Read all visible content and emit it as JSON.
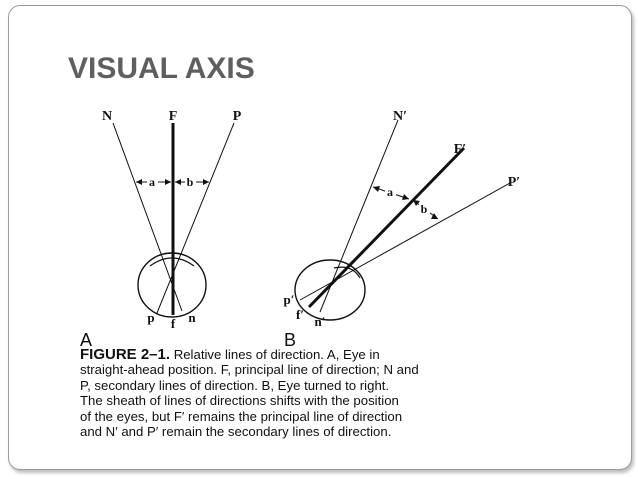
{
  "slide": {
    "title": "VISUAL AXIS"
  },
  "figure": {
    "panel_a": {
      "panel_label": "A",
      "top_labels": {
        "left": "N",
        "center": "F",
        "right": "P"
      },
      "bottom_labels": {
        "left": "p",
        "center": "f",
        "right": "n"
      },
      "angle_labels": {
        "left": "a",
        "right": "b"
      }
    },
    "panel_b": {
      "panel_label": "B",
      "top_labels": {
        "n": "N′",
        "f": "F′",
        "p": "P′"
      },
      "bottom_labels": {
        "p": "p′",
        "f": "f′",
        "n": "n′"
      },
      "angle_labels": {
        "a": "a",
        "b": "b"
      }
    },
    "caption": {
      "label": "FIGURE 2–1.",
      "lines": [
        " Relative lines of direction. A, Eye in",
        "straight-ahead position. F, principal line of direction; N and",
        "P, secondary lines of direction. B, Eye turned to right.",
        "The sheath of lines of directions shifts with the position",
        "of the eyes, but F′ remains the principal line of direction",
        "and N′ and P′ remain the secondary lines of direction."
      ]
    }
  },
  "colors": {
    "title": "#5f5f5f",
    "frame_border": "#9a9a9a",
    "ink": "#111111"
  }
}
